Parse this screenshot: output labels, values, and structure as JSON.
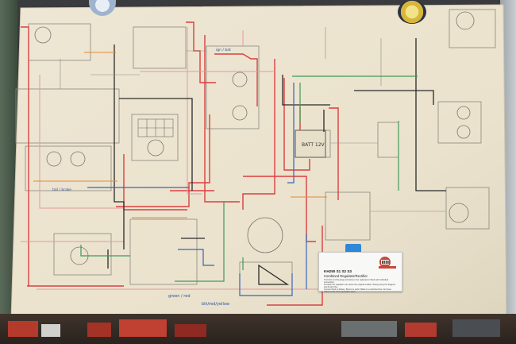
{
  "photo": {
    "subject": "Hand-drawn motorcycle wiring diagram poster pinned to a workshop wall",
    "colors": {
      "paper": "#eee6d2",
      "wire_red": "#d94040",
      "wire_black": "#2a2a2a",
      "wire_blue": "#2f5fb8",
      "wire_green": "#3f9a5a",
      "wire_orange": "#e08a3a",
      "wire_pink": "#e0949c",
      "pencil": "#8a877e"
    }
  },
  "diagram": {
    "battery_label": "BATT 12V",
    "handwriting": {
      "bottom_left_a": "green / red",
      "bottom_left_b": "blk/red/yellow",
      "left_note": "tail / brake",
      "top_note": "ign / bat"
    }
  },
  "label_card": {
    "title": "KH250 S1 S2 S3",
    "subtitle": "Combined Regulator/Rectifier",
    "body": [
      "To fit first cut the plugs and wires to be replaced or fitted with individual connectors.",
      "Fit black the regulator unit, leave the original rectifier. Wiring using the diagram and fit with the...",
      "Connect Red to battery. Brown to earth. Black to a switched live. No fuses. Yellow to the three generator wires."
    ]
  }
}
